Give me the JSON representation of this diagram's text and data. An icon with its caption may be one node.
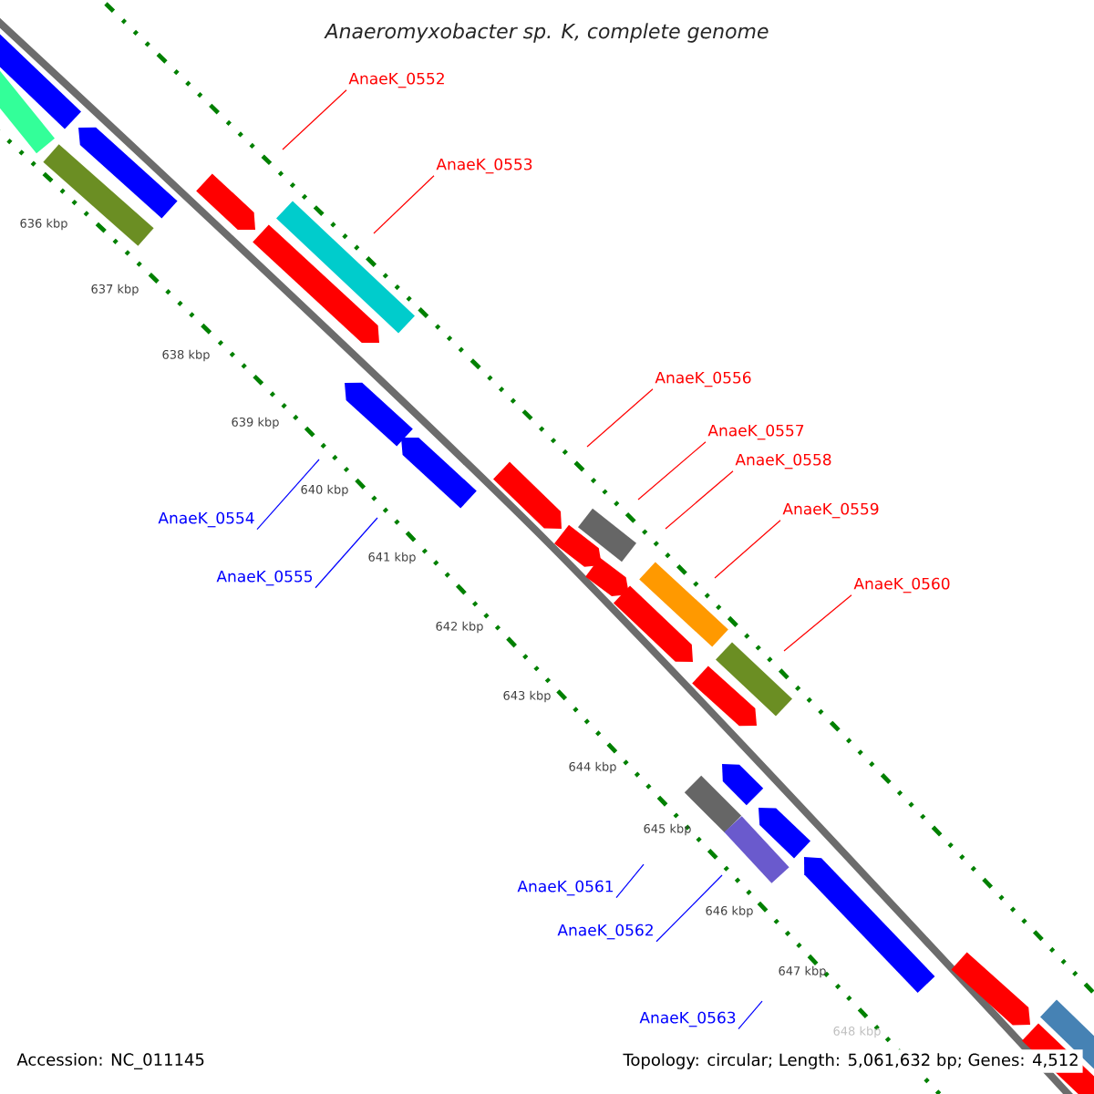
{
  "diagram": {
    "title": "Anaeromyxobacter sp. K, complete genome",
    "nodes": [
      {
        "text": [
          "AnaeK_0552"
        ]
      },
      {
        "text": [
          "AnaeK_0553"
        ]
      },
      {
        "text": [
          "AnaeK_0554"
        ]
      },
      {
        "text": [
          "AnaeK_0555"
        ]
      },
      {
        "text": [
          "AnaeK_0556"
        ]
      },
      {
        "text": [
          "AnaeK_0557"
        ]
      },
      {
        "text": [
          "AnaeK_0558"
        ]
      },
      {
        "text": [
          "AnaeK_0559"
        ]
      },
      {
        "text": [
          "AnaeK_0560"
        ]
      },
      {
        "text": [
          "AnaeK_0561"
        ]
      },
      {
        "text": [
          "AnaeK_0562"
        ]
      },
      {
        "text": [
          "AnaeK_0563"
        ]
      }
    ],
    "edges": [
      {
        "from": 0,
        "to": null,
        "arrow": "none"
      },
      {
        "from": 1,
        "to": null,
        "arrow": "none"
      },
      {
        "from": 2,
        "to": null,
        "arrow": "none",
        "color": "#0000ff"
      },
      {
        "from": 3,
        "to": null,
        "arrow": "none",
        "color": "#0000ff"
      },
      {
        "from": 4,
        "to": null,
        "arrow": "none"
      },
      {
        "from": 5,
        "to": null,
        "arrow": "none"
      },
      {
        "from": 6,
        "to": null,
        "arrow": "none"
      },
      {
        "from": 7,
        "to": null,
        "arrow": "none"
      },
      {
        "from": 8,
        "to": null,
        "arrow": "none"
      },
      {
        "from": 9,
        "to": null,
        "arrow": "none",
        "color": "#0000ff"
      },
      {
        "from": 10,
        "to": null,
        "arrow": "none",
        "color": "#0000ff"
      },
      {
        "from": 11,
        "to": null,
        "arrow": "none",
        "color": "#0000ff"
      }
    ],
    "labels": [
      "636 kbp",
      "637 kbp",
      "638 kbp",
      "639 kbp",
      "640 kbp",
      "641 kbp",
      "642 kbp",
      "643 kbp",
      "644 kbp",
      "645 kbp",
      "646 kbp",
      "647 kbp",
      "648 kbp",
      "Accession: NC_011145",
      "Topology: circular; Length: 5,061,632 bp; Genes: 4,512"
    ]
  }
}
